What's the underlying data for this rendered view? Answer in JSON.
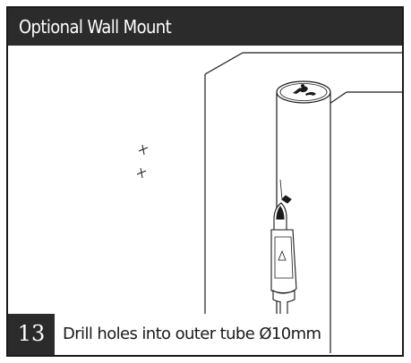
{
  "header": {
    "title": "Optional Wall Mount"
  },
  "step": {
    "number": "13",
    "caption": "Drill holes into outer tube Ø10mm"
  },
  "colors": {
    "banner": "#2b2b2b",
    "line": "#1a1a1a",
    "background": "#ffffff"
  },
  "icons": [
    "drill-mark-icon",
    "drill-icon",
    "brand-logo-icon"
  ]
}
